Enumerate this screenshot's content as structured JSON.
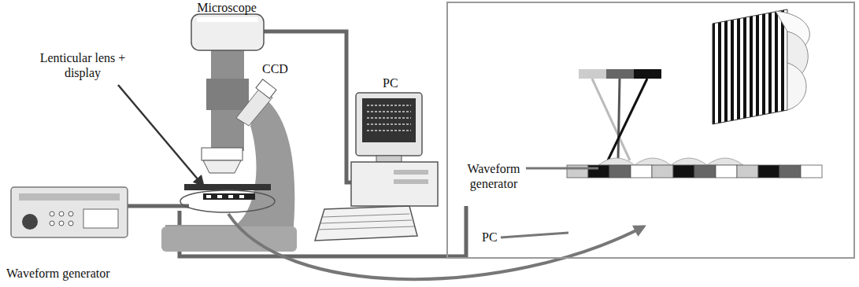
{
  "diagram": {
    "labels": [
      "Microscope",
      "CCD",
      "Lenticular lens + display",
      "PC",
      "Waveform generator",
      "Waveform generator",
      "PC"
    ]
  }
}
